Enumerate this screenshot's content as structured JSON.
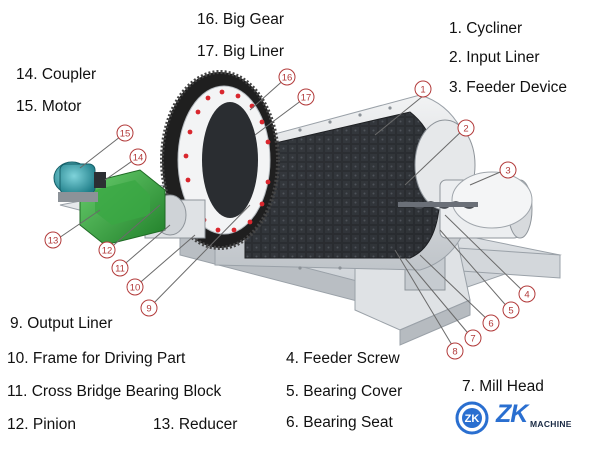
{
  "labels": {
    "l1": "1. Cycliner",
    "l2": "2. Input Liner",
    "l3": "3. Feeder Device",
    "l4": "4. Feeder Screw",
    "l5": "5. Bearing Cover",
    "l6": "6. Bearing Seat",
    "l7": "7. Mill Head",
    "l9": "9. Output Liner",
    "l10": "10. Frame for Driving Part",
    "l11": "11. Cross Bridge Bearing Block",
    "l12": "12. Pinion",
    "l13": "13. Reducer",
    "l14": "14. Coupler",
    "l15": "15. Motor",
    "l16": "16. Big Gear",
    "l17": "17. Big Liner"
  },
  "callouts": [
    "1",
    "2",
    "3",
    "4",
    "5",
    "6",
    "7",
    "8",
    "9",
    "10",
    "11",
    "12",
    "13",
    "14",
    "15",
    "16",
    "17"
  ],
  "logo": {
    "mark": "ZK",
    "word": "ZK",
    "sub": "MACHINE"
  },
  "colors": {
    "callout": "#b23a3a",
    "gear": "#1f1f1f",
    "gear_dot": "#d9272e",
    "reducer": "#2fa33a",
    "motor": "#2a9aa6",
    "frame": "#d8dce0",
    "logo": "#2a6fd0"
  }
}
